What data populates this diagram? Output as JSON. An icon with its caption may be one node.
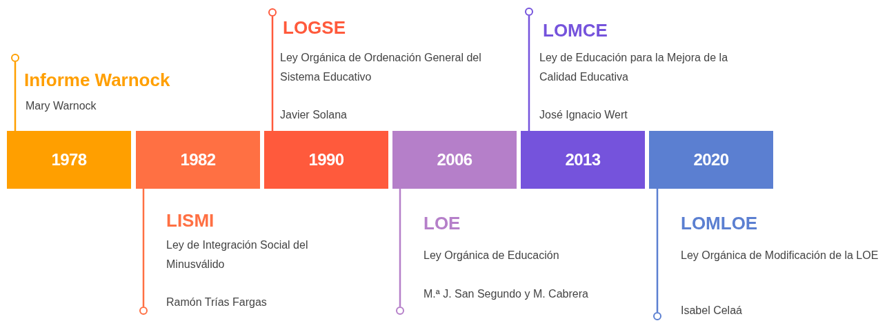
{
  "diagram": {
    "nodes": [
      {
        "text": [
          "1978"
        ]
      },
      {
        "text": [
          "1982"
        ]
      },
      {
        "text": [
          "1990"
        ]
      },
      {
        "text": [
          "2006"
        ]
      },
      {
        "text": [
          "2013"
        ]
      },
      {
        "text": [
          "2020"
        ]
      },
      {
        "text": [],
        "shape": "circle"
      },
      {
        "text": [],
        "shape": "circle"
      },
      {
        "text": [],
        "shape": "circle"
      },
      {
        "text": [],
        "shape": "circle"
      },
      {
        "text": [],
        "shape": "circle"
      },
      {
        "text": [],
        "shape": "circle"
      }
    ],
    "edges": [
      {
        "from": 0,
        "to": 6,
        "arrow": "none",
        "color": "#ff9f00"
      },
      {
        "from": 1,
        "to": 7,
        "arrow": "none",
        "color": "#ff7043"
      },
      {
        "from": 2,
        "to": 8,
        "arrow": "none",
        "color": "#ff5a3c"
      },
      {
        "from": 3,
        "to": 9,
        "arrow": "none",
        "color": "#b57fc9"
      },
      {
        "from": 4,
        "to": 10,
        "arrow": "none",
        "color": "#7553dc"
      },
      {
        "from": 5,
        "to": 11,
        "arrow": "none",
        "color": "#5b7fd1"
      }
    ],
    "labels": [
      "Informe Warnock",
      "Mary Warnock",
      "LOGSE",
      "Ley Orgánica de Ordenación General del Sistema Educativo",
      "Javier Solana",
      "LOMCE",
      "Ley de Educación para la Mejora de la Calidad Educativa",
      "José Ignacio Wert",
      "LISMI",
      "Ley de Integración Social del Minusválido",
      "Ramón Trías Fargas",
      "LOE",
      "Ley Orgánica de Educación",
      "M.ª J. San Segundo y M. Cabrera",
      "LOMLOE",
      "Ley Orgánica de Modificación de la LOE",
      "Isabel Celaá"
    ]
  }
}
